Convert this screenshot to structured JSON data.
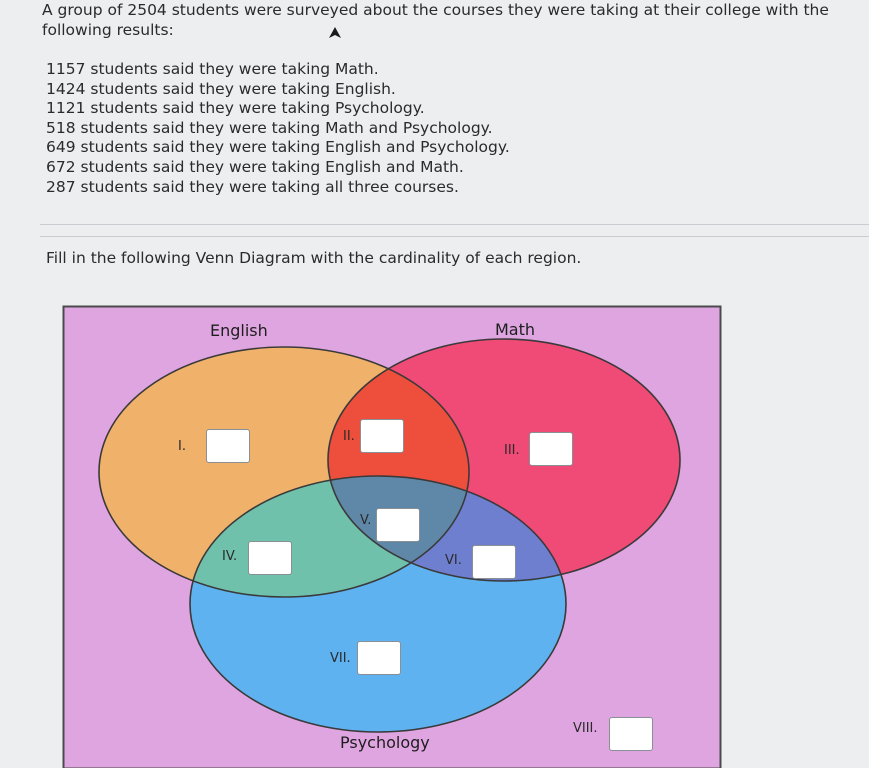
{
  "problem": {
    "intro": "A group of 2504 students were surveyed about the courses they were taking at their college with the following results:",
    "facts": [
      "1157 students said they were taking Math.",
      "1424 students said they were taking English.",
      "1121 students said they were taking Psychology.",
      "518 students said they were taking Math and Psychology.",
      "649 students said they were taking English and Psychology.",
      "672 students said they were taking English and Math.",
      "287 students said they were taking all three courses."
    ],
    "instructions": "Fill in the following Venn Diagram with the cardinality of each region."
  },
  "venn": {
    "sets": {
      "english": "English",
      "math": "Math",
      "psychology": "Psychology"
    },
    "regions": [
      {
        "label": "I.",
        "value": ""
      },
      {
        "label": "II.",
        "value": ""
      },
      {
        "label": "III.",
        "value": ""
      },
      {
        "label": "IV.",
        "value": ""
      },
      {
        "label": "V.",
        "value": ""
      },
      {
        "label": "VI.",
        "value": ""
      },
      {
        "label": "VII.",
        "value": ""
      },
      {
        "label": "VIII.",
        "value": ""
      }
    ],
    "colors": {
      "universe": "#dfa5e0",
      "english": "#f0b16b",
      "math": "#f04a77",
      "psychology": "#5fb2f0",
      "english_math": "#ee4f3c",
      "english_psychology": "#6fc1ac",
      "math_psychology": "#6f7fcf",
      "all_three": "#5f88a8"
    }
  }
}
